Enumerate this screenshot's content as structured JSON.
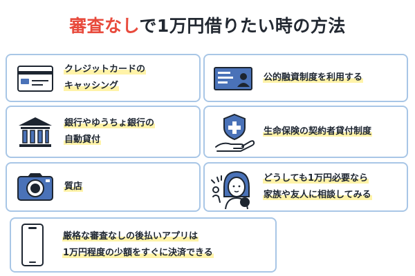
{
  "title": {
    "accent": "審査なし",
    "rest": "で1万円借りたい時の方法"
  },
  "colors": {
    "accent": "#e84a3c",
    "card_border": "#a8c6e6",
    "highlight": "#fff3a8",
    "icon_blue": "#4a72b8",
    "icon_dark": "#1d2530"
  },
  "cards": [
    {
      "icon": "credit-card-icon",
      "lines": [
        "クレジットカードの",
        "キャッシング"
      ]
    },
    {
      "icon": "id-card-icon",
      "lines": [
        "公的融資制度を利用する"
      ]
    },
    {
      "icon": "bank-icon",
      "lines": [
        "銀行やゆうちょ銀行の",
        "自動貸付"
      ]
    },
    {
      "icon": "insurance-shield-hand-icon",
      "lines": [
        "生命保険の契約者貸付制度"
      ]
    },
    {
      "icon": "camera-icon",
      "lines": [
        "質店"
      ]
    },
    {
      "icon": "thinking-woman-icon",
      "lines": [
        "どうしても1万円必要なら",
        "家族や友人に相談してみる"
      ]
    },
    {
      "icon": "smartphone-icon",
      "lines": [
        "厳格な審査なしの後払いアプリは",
        "1万円程度の少額をすぐに決済できる"
      ]
    }
  ]
}
